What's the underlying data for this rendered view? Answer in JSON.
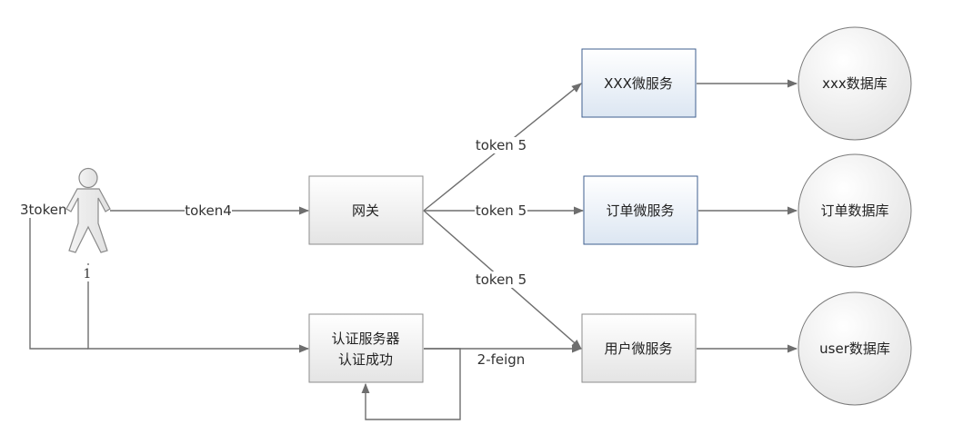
{
  "nodes": {
    "gateway": "网关",
    "auth_line1": "认证服务器",
    "auth_line2": "认证成功",
    "svc_xxx": "XXX微服务",
    "svc_order": "订单微服务",
    "svc_user": "用户微服务",
    "db_xxx": "xxx数据库",
    "db_order": "订单数据库",
    "db_user": "user数据库"
  },
  "edges": {
    "user_to_gateway": "token4",
    "gateway_to_xxx": "token 5",
    "gateway_to_order": "token 5",
    "gateway_to_user": "token 5",
    "auth_to_user_svc": "2-feign",
    "step1": "1",
    "step3": "3token"
  },
  "colors": {
    "service_fill_top": "#ffffff",
    "service_fill_bottom": "#dce6f2",
    "service_border": "#3f5f8f",
    "plain_fill_top": "#ffffff",
    "plain_fill_bottom": "#e6e6e6",
    "plain_border": "#8c8c8c",
    "db_fill_top": "#ffffff",
    "db_fill_bottom": "#e6e6e6",
    "line": "#6e6e6e"
  }
}
